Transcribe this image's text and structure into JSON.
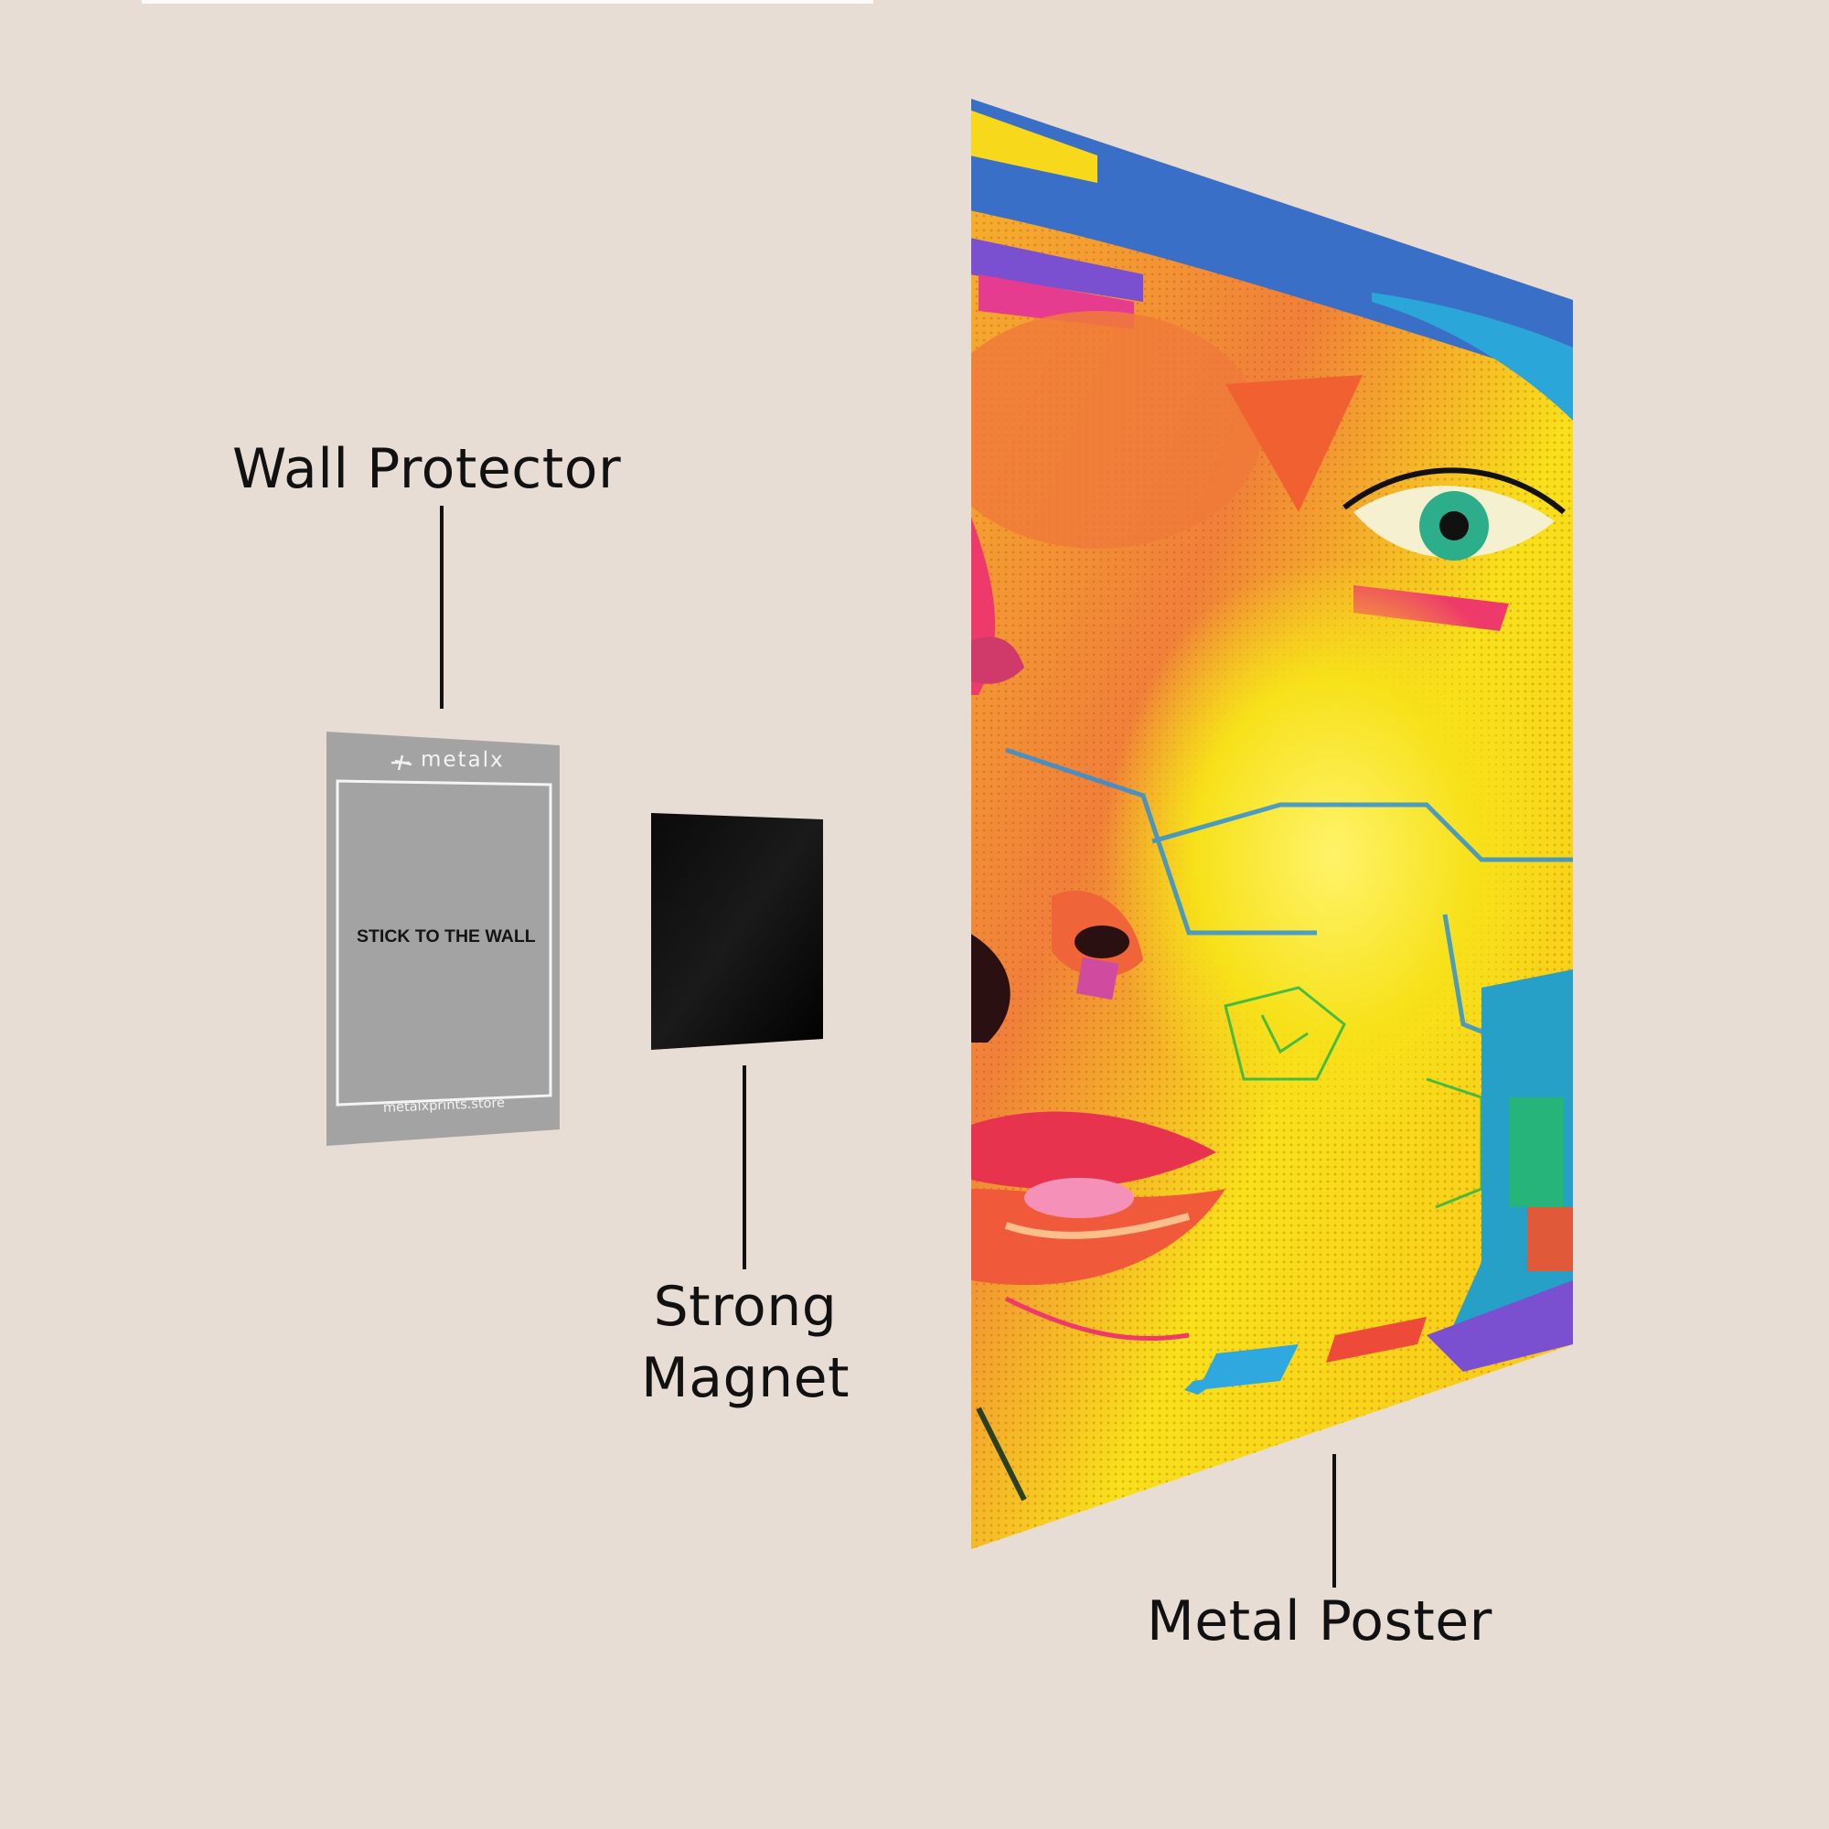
{
  "labels": {
    "wall_protector": "Wall Protector",
    "strong_magnet_line1": "Strong",
    "strong_magnet_line2": "Magnet",
    "metal_poster": "Metal Poster"
  },
  "wall_protector": {
    "brand": "metalx",
    "instruction": "STICK TO THE WALL",
    "website": "metalxprints.store",
    "color": "#a3a3a3"
  },
  "magnet": {
    "color": "#050505"
  },
  "poster": {
    "subject": "colorful pop-art cyberpunk face illustration",
    "palette": [
      "#f7e11a",
      "#f59a2a",
      "#ee4a5a",
      "#e63c8f",
      "#2f8fd8",
      "#7a4fd0",
      "#26b4a8"
    ]
  },
  "background_color": "#e8ddd5"
}
